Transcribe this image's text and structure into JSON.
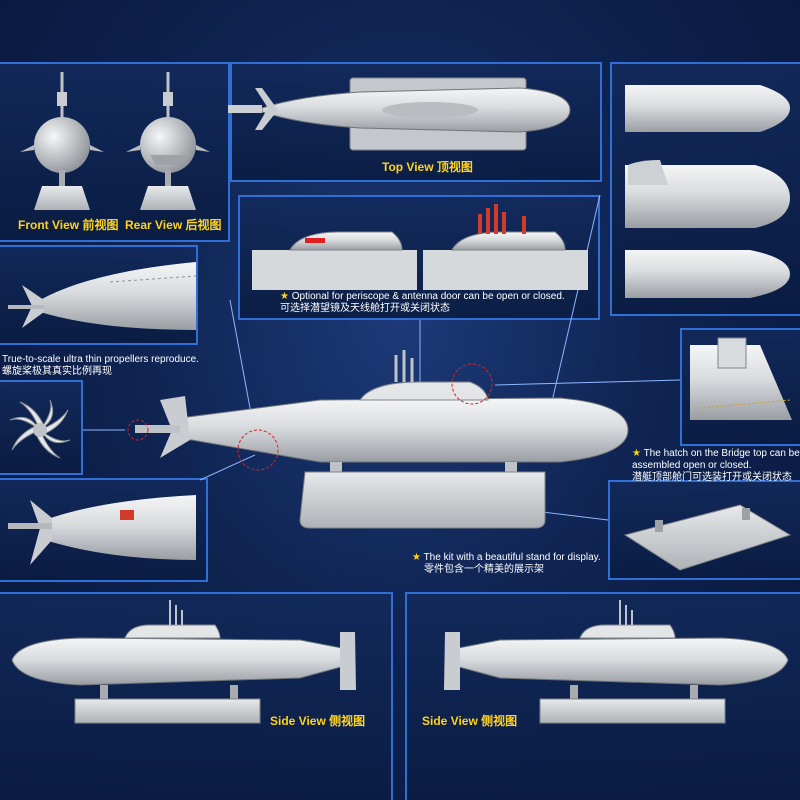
{
  "views": {
    "front": "Front View",
    "front_cn": "前视图",
    "rear": "Rear View",
    "rear_cn": "后视图",
    "top": "Top View",
    "top_cn": "顶视图",
    "side": "Side View",
    "side_cn": "侧视图"
  },
  "notes": {
    "periscope_star": "★",
    "periscope_en": "Optional for periscope & antenna door can be open or closed.",
    "periscope_cn": "可选择潜望镜及天线舱打开或关闭状态",
    "propeller_en": "True-to-scale ultra thin propellers reproduce.",
    "propeller_cn": "螺旋桨极其真实比例再现",
    "hatch_star": "★",
    "hatch_en_1": "The hatch on the Bridge top can be",
    "hatch_en_2": "assembled open or closed.",
    "hatch_cn": "潜艇顶部舱门可选装打开或关闭状态",
    "stand_star": "★",
    "stand_en": "The kit with a beautiful stand for display.",
    "stand_cn": "零件包含一个精美的展示架"
  },
  "colors": {
    "accent_blue": "#2f6fd6",
    "label_yellow": "#ffd21f",
    "hull_grey": "#d7dadd",
    "highlight_red": "#e02020"
  }
}
